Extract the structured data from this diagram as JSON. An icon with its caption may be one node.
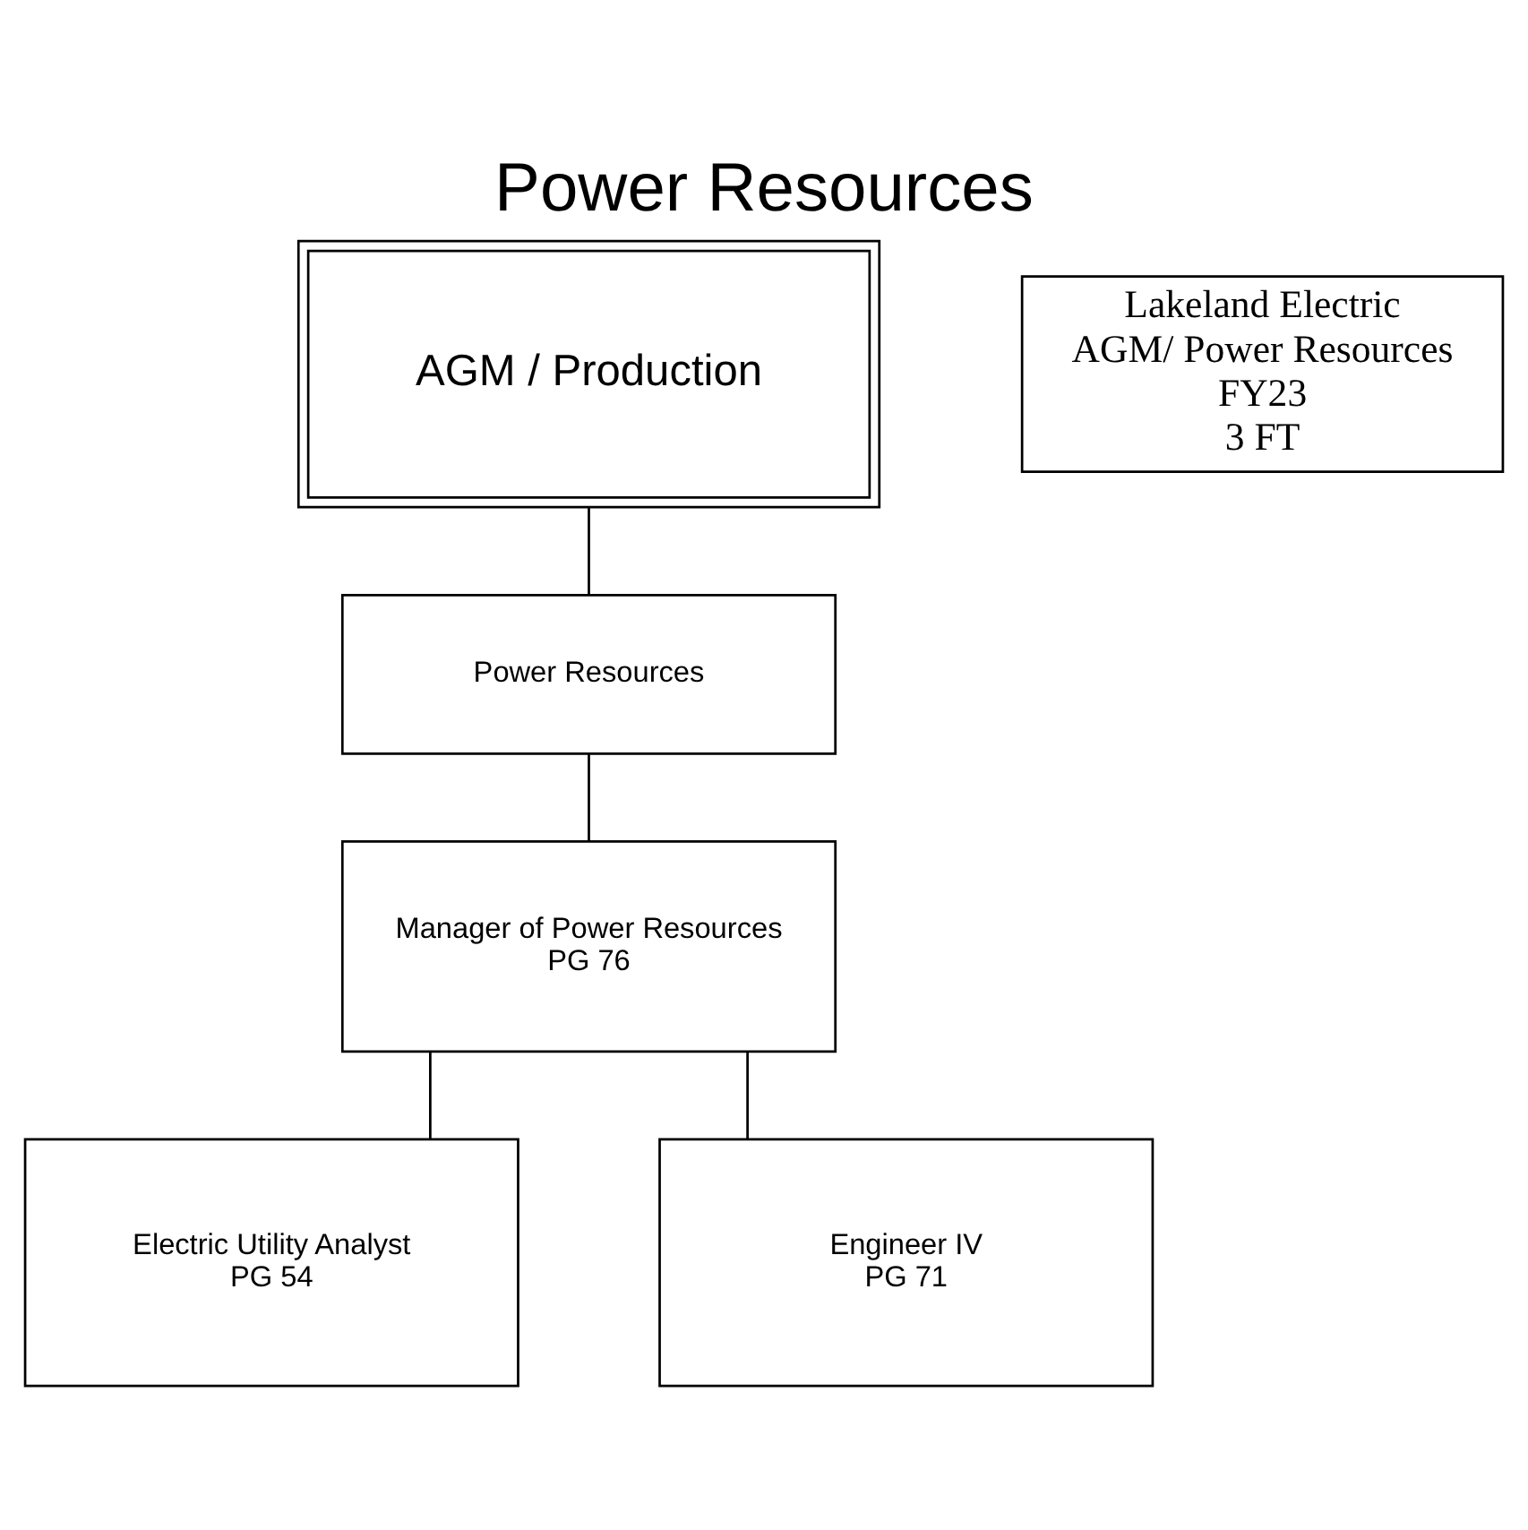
{
  "diagram": {
    "title": "Power Resources",
    "nodes": [
      {
        "text": [
          "AGM / Production"
        ]
      },
      {
        "text": [
          "Power Resources"
        ]
      },
      {
        "text": [
          "Manager of Power Resources",
          "PG 76"
        ]
      },
      {
        "text": [
          "Electric Utility Analyst",
          "PG 54"
        ]
      },
      {
        "text": [
          "Engineer IV",
          "PG 71"
        ]
      },
      {
        "text": [
          "Lakeland Electric",
          "AGM/ Power Resources",
          "FY23",
          "3 FT"
        ]
      }
    ],
    "edges": [
      {
        "from": 0,
        "to": 1,
        "arrow": "none"
      },
      {
        "from": 1,
        "to": 2,
        "arrow": "none"
      },
      {
        "from": 2,
        "to": 3,
        "arrow": "none"
      },
      {
        "from": 2,
        "to": 4,
        "arrow": "none"
      }
    ]
  }
}
